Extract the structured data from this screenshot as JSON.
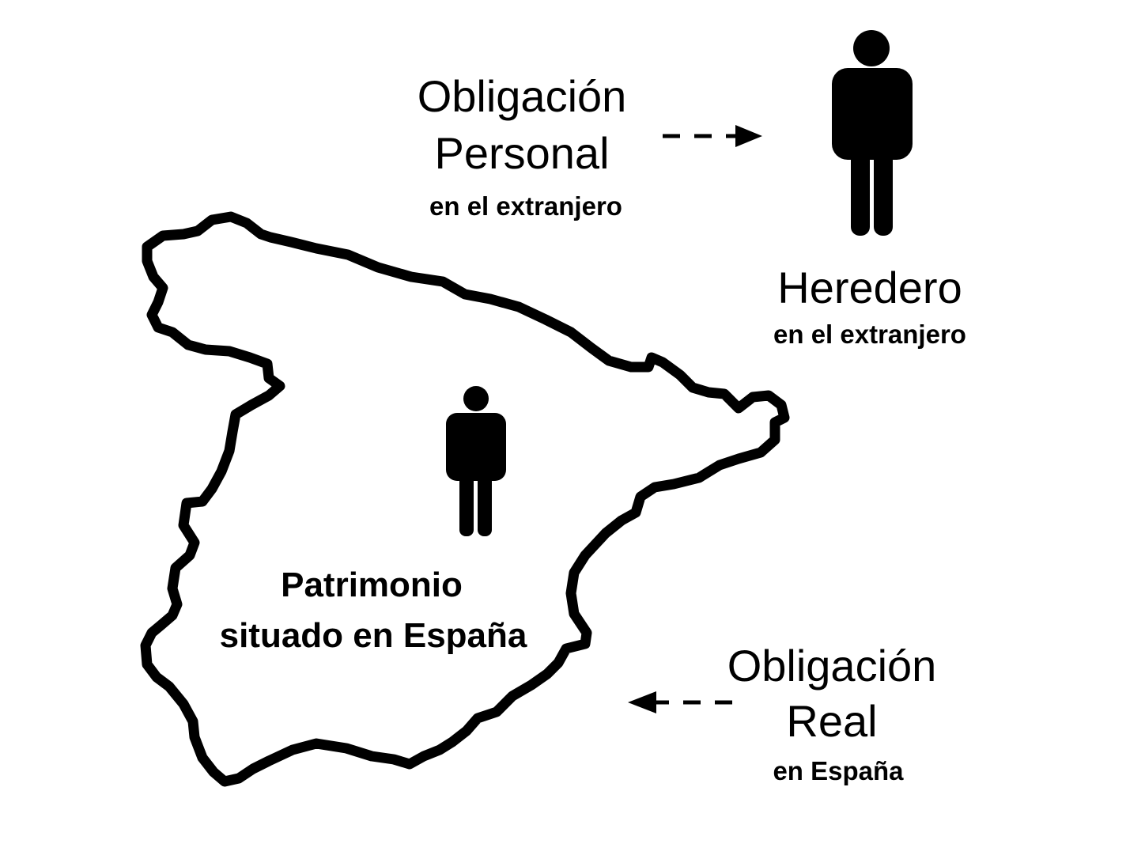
{
  "obligacion_personal": {
    "line1": "Obligación",
    "line2": "Personal",
    "sub": "en el extranjero"
  },
  "heredero": {
    "title": "Heredero",
    "sub": "en el extranjero"
  },
  "patrimonio": {
    "line1": "Patrimonio",
    "line2": "situado en España"
  },
  "obligacion_real": {
    "line1": "Obligación",
    "line2": "Real",
    "sub": "en España"
  },
  "colors": {
    "ink": "#000000",
    "background": "#ffffff"
  }
}
